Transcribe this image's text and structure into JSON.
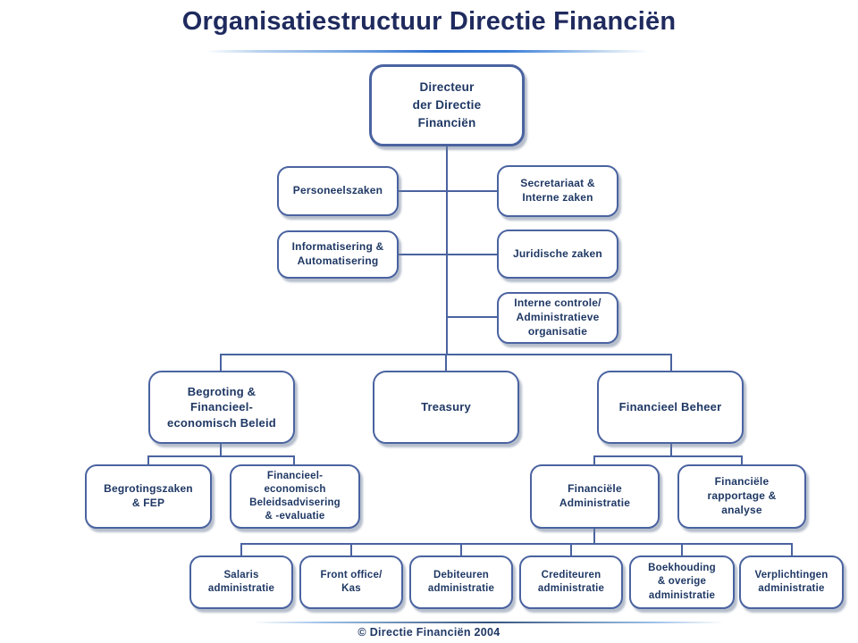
{
  "title": "Organisatiestructuur Directie Financiën",
  "footer": "© Directie Financiën 2004",
  "colors": {
    "title_text": "#1f2a5e",
    "box_text": "#1f3864",
    "box_border": "#4a63a0",
    "connector": "#4a63a0",
    "accent_line": "#2e74d4"
  },
  "nodes": {
    "directeur": {
      "label": "Directeur\nder Directie\nFinanciën"
    },
    "personeelszaken": {
      "label": "Personeelszaken"
    },
    "secretariaat": {
      "label": "Secretariaat &\nInterne zaken"
    },
    "informatisering": {
      "label": "Informatisering &\nAutomatisering"
    },
    "juridische_zaken": {
      "label": "Juridische zaken"
    },
    "interne_controle": {
      "label": "Interne controle/\nAdministratieve\norganisatie"
    },
    "begroting": {
      "label": "Begroting &\nFinancieel-\neconomisch Beleid"
    },
    "treasury": {
      "label": "Treasury"
    },
    "financieel_beheer": {
      "label": "Financieel Beheer"
    },
    "begrotingszaken": {
      "label": "Begrotingszaken\n& FEP"
    },
    "beleidsadvisering": {
      "label": "Financieel-\neconomisch\nBeleidsadvisering\n& -evaluatie"
    },
    "financiele_administratie": {
      "label": "Financiële\nAdministratie"
    },
    "financiele_rapportage": {
      "label": "Financiële\nrapportage &\nanalyse"
    },
    "salaris_administratie": {
      "label": "Salaris\nadministratie"
    },
    "front_office_kas": {
      "label": "Front office/\nKas"
    },
    "debiteuren_administratie": {
      "label": "Debiteuren\nadministratie"
    },
    "crediteuren_administratie": {
      "label": "Crediteuren\nadministratie"
    },
    "boekhouding_overige": {
      "label": "Boekhouding\n& overige\nadministratie"
    },
    "verplichtingen_administratie": {
      "label": "Verplichtingen\nadministratie"
    }
  }
}
